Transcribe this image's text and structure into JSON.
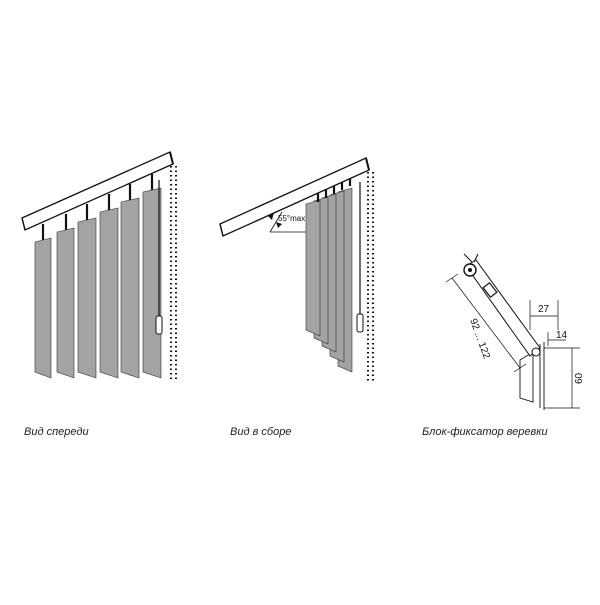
{
  "captions": {
    "front_view": "Вид спереди",
    "assembled_view": "Вид в сборе",
    "cord_lock": "Блок-фиксатор веревки"
  },
  "annotations": {
    "angle": "55°max",
    "dim_length": "92 ... 122",
    "dim_27": "27",
    "dim_14": "14",
    "dim_60": "60"
  },
  "colors": {
    "slat_fill": "#a3a3a3",
    "line": "#111111",
    "background": "#ffffff"
  }
}
